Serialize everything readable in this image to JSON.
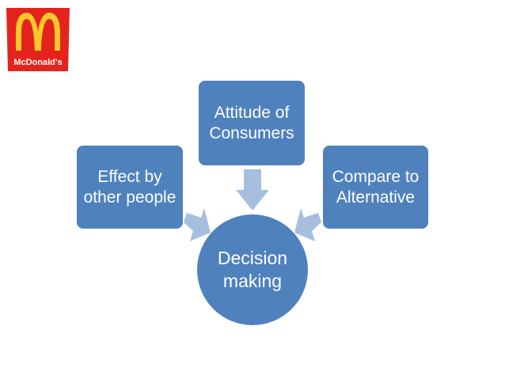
{
  "logo": {
    "text": "McDonald's",
    "icon": "golden-arches-icon",
    "colors": {
      "background": "#e4241c",
      "arches": "#ffc72c",
      "text": "#ffffff"
    }
  },
  "diagram": {
    "center": {
      "label": "Decision making"
    },
    "nodes": [
      {
        "label": "Attitude of Consumers"
      },
      {
        "label": "Effect by other people"
      },
      {
        "label": "Compare to Alternative"
      }
    ],
    "colors": {
      "node_fill": "#4f81bd",
      "arrow_fill": "#a7bfde",
      "text": "#ffffff"
    }
  }
}
